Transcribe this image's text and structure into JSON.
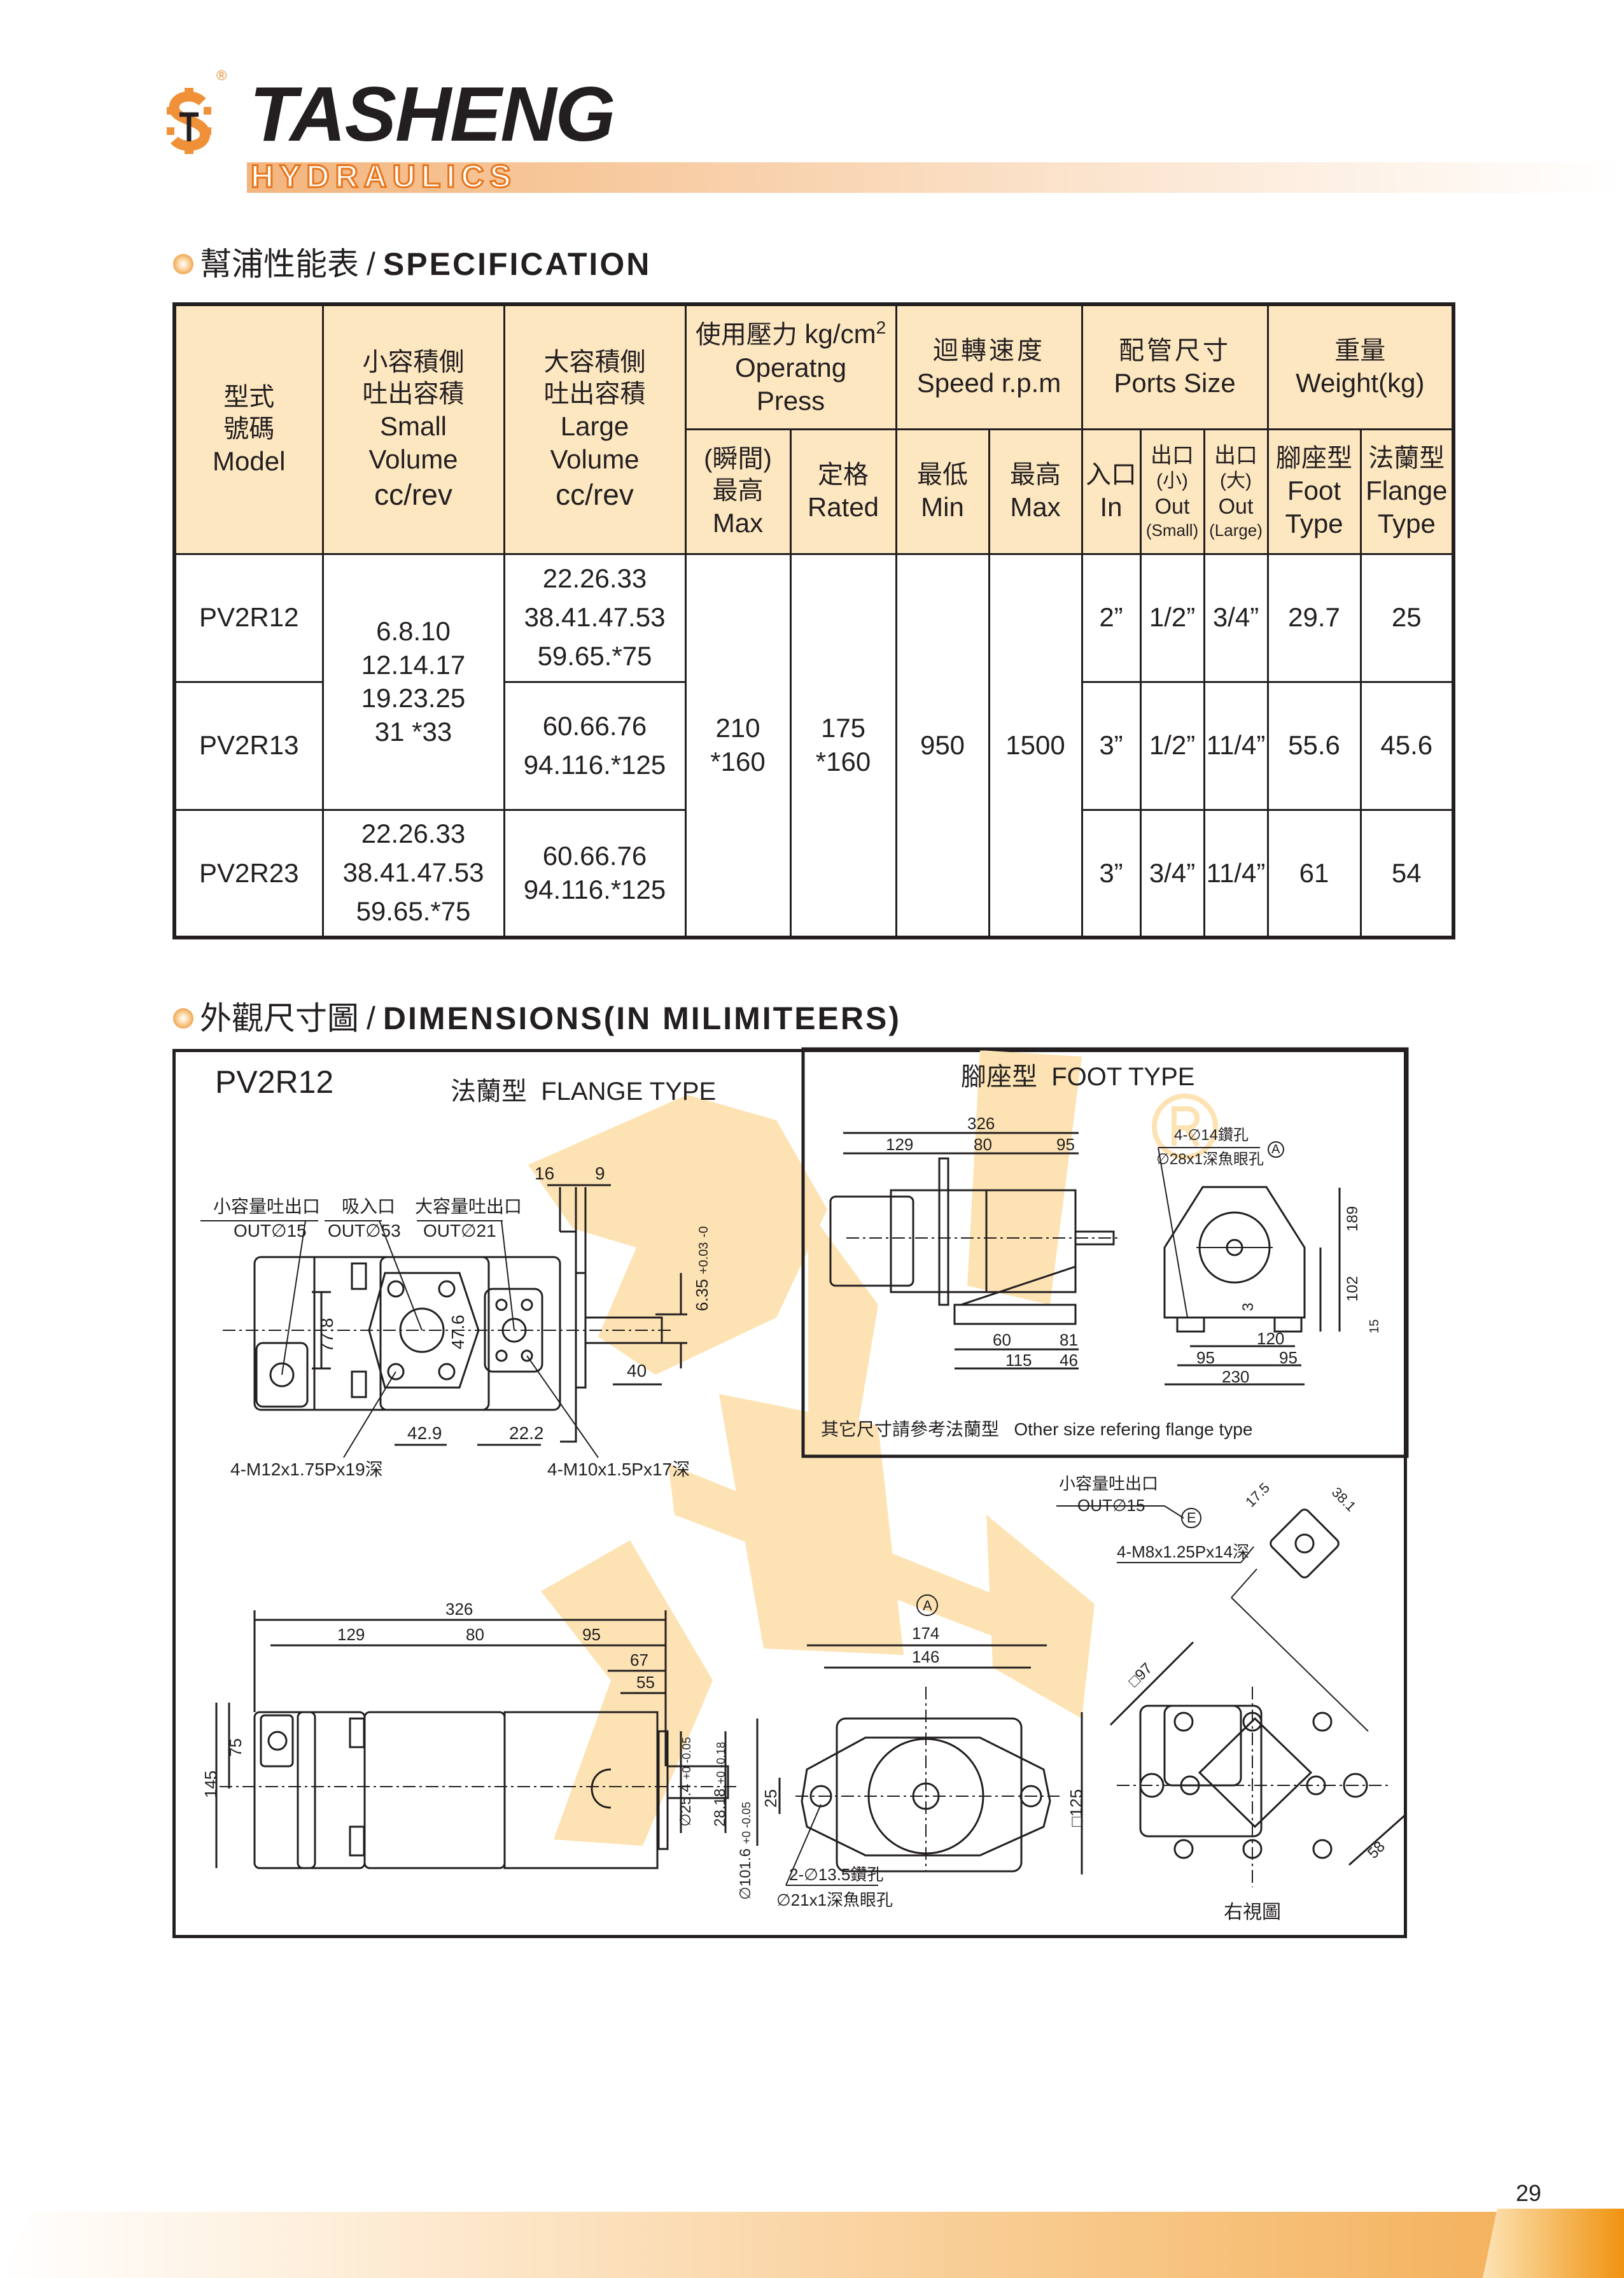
{
  "header": {
    "brand": "TASHENG",
    "subbrand": "HYDRAULICS",
    "registered_mark": "®",
    "colors": {
      "accent": "#e8751a",
      "header_band": "#f7c89c",
      "table_header_bg": "#fde7c1",
      "watermark": "#fde3b3"
    }
  },
  "spec_section": {
    "title_cn": "幫浦性能表",
    "slash": "/",
    "title_en": "SPECIFICATION"
  },
  "spec_table": {
    "headers": {
      "model": {
        "cn1": "型式",
        "cn2": "號碼",
        "en": "Model"
      },
      "small_volume": {
        "cn1": "小容積側",
        "cn2": "吐出容積",
        "en1": "Small",
        "en2": "Volume",
        "unit": "cc/rev"
      },
      "large_volume": {
        "cn1": "大容積側",
        "cn2": "吐出容積",
        "en1": "Large",
        "en2": "Volume",
        "unit": "cc/rev"
      },
      "pressure": {
        "cn": "使用壓力",
        "unit": "kg/cm",
        "sup": "2",
        "en1": "Operatng",
        "en2": "Press"
      },
      "pressure_max": {
        "cn1": "(瞬間)",
        "cn2": "最高",
        "en": "Max"
      },
      "pressure_rated": {
        "cn": "定格",
        "en": "Rated"
      },
      "speed": {
        "cn": "迴轉速度",
        "en": "Speed r.p.m"
      },
      "speed_min": {
        "cn": "最低",
        "en": "Min"
      },
      "speed_max": {
        "cn": "最高",
        "en": "Max"
      },
      "ports": {
        "cn": "配管尺寸",
        "en": "Ports Size"
      },
      "port_in": {
        "cn": "入口",
        "en": "In"
      },
      "port_out_small": {
        "cn1": "出口",
        "cn2": "(小)",
        "en": "Out",
        "en2": "(Small)"
      },
      "port_out_large": {
        "cn1": "出口",
        "cn2": "(大)",
        "en": "Out",
        "en2": "(Large)"
      },
      "weight": {
        "cn": "重量",
        "en": "Weight(kg)"
      },
      "weight_foot": {
        "cn": "腳座型",
        "en1": "Foot",
        "en2": "Type"
      },
      "weight_flange": {
        "cn": "法蘭型",
        "en1": "Flange",
        "en2": "Type"
      }
    },
    "rows": [
      {
        "model": "PV2R12",
        "large": [
          "22.26.33",
          "38.41.47.53",
          "59.65.*75"
        ],
        "in": "2”",
        "out_small": "1/2”",
        "out_large": "3/4”",
        "foot": "29.7",
        "flange": "25"
      },
      {
        "model": "PV2R13",
        "large": [
          "60.66.76",
          "94.116.*125"
        ],
        "in": "3”",
        "out_small": "1/2”",
        "out_large": "11/4”",
        "foot": "55.6",
        "flange": "45.6"
      },
      {
        "model": "PV2R23",
        "small": [
          "22.26.33",
          "38.41.47.53",
          "59.65.*75"
        ],
        "large": [
          "60.66.76",
          "94.116.*125"
        ],
        "in": "3”",
        "out_small": "3/4”",
        "out_large": "11/4”",
        "foot": "61",
        "flange": "54"
      }
    ],
    "shared_small": [
      "6.8.10",
      "12.14.17",
      "19.23.25",
      "31 *33"
    ],
    "pressure_max": [
      "210",
      "*160"
    ],
    "pressure_rated": [
      "175",
      "*160"
    ],
    "speed_min": "950",
    "speed_max": "1500"
  },
  "dim_section": {
    "title_cn": "外觀尺寸圖",
    "slash": "/",
    "title_en": "DIMENSIONS(IN MILIMITEERS)"
  },
  "drawing": {
    "model": "PV2R12",
    "flange_title_cn": "法蘭型",
    "flange_title_en": "FLANGE TYPE",
    "foot_title_cn": "腳座型",
    "foot_title_en": "FOOT TYPE",
    "flange_view": {
      "out_small_cn": "小容量吐出口",
      "out_small": "OUT∅15",
      "inlet_cn": "吸入口",
      "inlet": "OUT∅53",
      "out_large_cn": "大容量吐出口",
      "out_large": "OUT∅21",
      "dim_16": "16",
      "dim_9": "9",
      "dim_778": "77.8",
      "dim_476": "47.6",
      "dim_635": "6.35",
      "tol_635_plus": "+0.03",
      "tol_635_minus": "-0",
      "dim_40": "40",
      "dim_429": "42.9",
      "dim_222": "22.2",
      "thread_m12": "4-M12x1.75Px19深",
      "thread_m10": "4-M10x1.5Px17深"
    },
    "foot_view": {
      "d326": "326",
      "d129": "129",
      "d80": "80",
      "d95": "95",
      "d60": "60",
      "d81": "81",
      "d115": "115",
      "d46": "46",
      "hole_note1": "4-∅14鑽孔",
      "hole_note2": "∅28x1深魚眼孔",
      "ref_a": "A",
      "d189": "189",
      "d102": "102",
      "d15": "15",
      "d3": "3",
      "d120": "120",
      "d95a": "95",
      "d95b": "95",
      "d230": "230",
      "note_cn": "其它尺寸請參考法蘭型",
      "note_en": "Other size refering flange type"
    },
    "port_detail": {
      "label_cn": "小容量吐出口",
      "label": "OUT∅15",
      "ref_e": "E",
      "thread": "4-M8x1.25Px14深",
      "d175": "17.5",
      "d381": "38.1"
    },
    "side_view": {
      "d326": "326",
      "d129": "129",
      "d80": "80",
      "d95": "95",
      "d67": "67",
      "d55": "55",
      "d75": "75",
      "d145": "145",
      "d254": "∅25.4",
      "tol_254": "+0 -0.05",
      "d2818": "28.18",
      "tol_2818": "+0 -0.18",
      "d1016": "∅101.6",
      "tol_1016": "+0 -0.05"
    },
    "front_view": {
      "ref_a": "A",
      "d174": "174",
      "d146": "146",
      "d25": "25",
      "d125": "□125",
      "hole_note1": "2-∅13.5鑽孔",
      "hole_note2": "∅21x1深魚眼孔"
    },
    "right_view": {
      "d97": "□97",
      "d58": "58",
      "caption": "右視圖"
    }
  },
  "footer": {
    "page_number": "29"
  }
}
